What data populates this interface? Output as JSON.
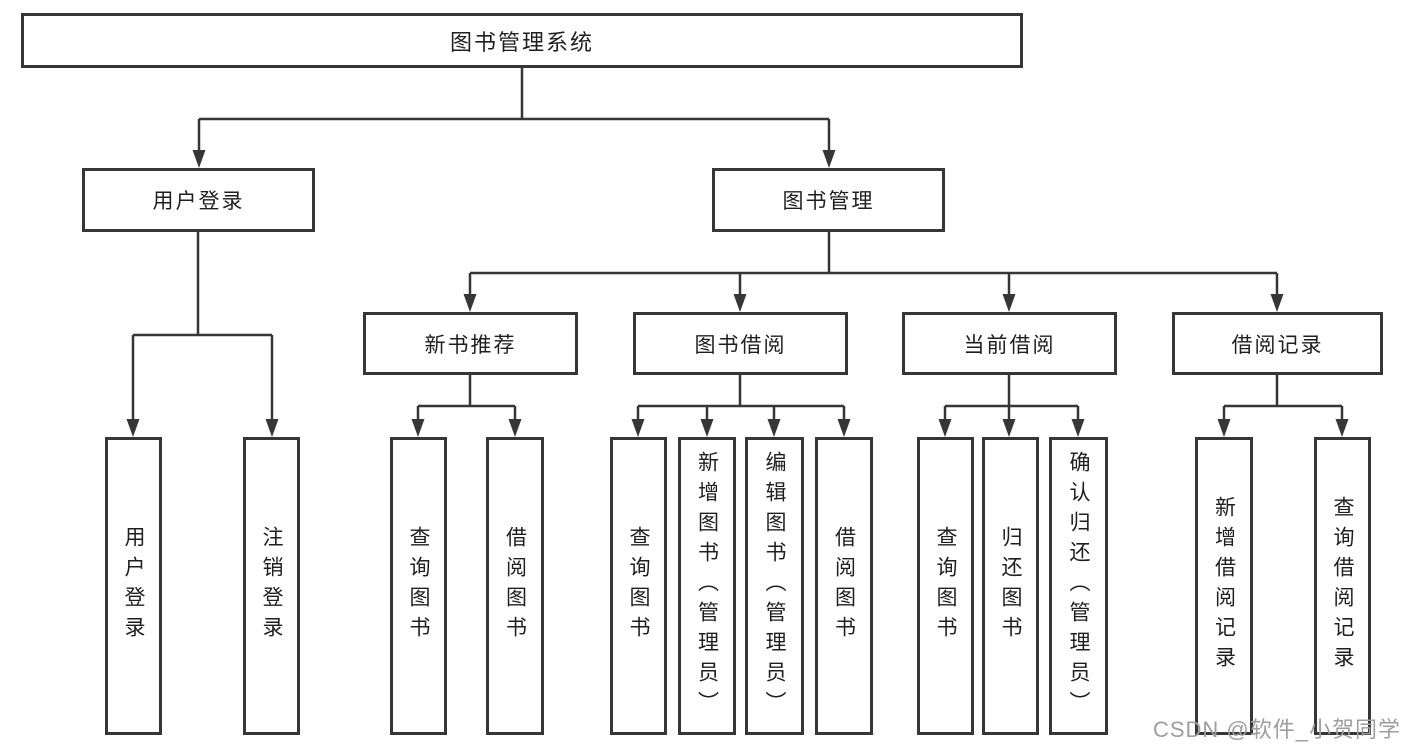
{
  "diagram": {
    "type": "hierarchy-tree",
    "root": {
      "label": "图书管理系统"
    },
    "branches": [
      {
        "label": "用户登录",
        "children": [
          {
            "label": "用户登录"
          },
          {
            "label": "注销登录"
          }
        ]
      },
      {
        "label": "图书管理",
        "children": [
          {
            "label": "新书推荐",
            "children": [
              {
                "label": "查询图书"
              },
              {
                "label": "借阅图书"
              }
            ]
          },
          {
            "label": "图书借阅",
            "children": [
              {
                "label": "查询图书"
              },
              {
                "label": "新增图书（管理员）"
              },
              {
                "label": "编辑图书（管理员）"
              },
              {
                "label": "借阅图书"
              }
            ]
          },
          {
            "label": "当前借阅",
            "children": [
              {
                "label": "查询图书"
              },
              {
                "label": "归还图书"
              },
              {
                "label": "确认归还（管理员）"
              }
            ]
          },
          {
            "label": "借阅记录",
            "children": [
              {
                "label": "新增借阅记录"
              },
              {
                "label": "查询借阅记录"
              }
            ]
          }
        ]
      }
    ]
  },
  "watermark": {
    "text": "CSDN @软件_小贺同学",
    "color": "#9e9e9e"
  },
  "colors": {
    "line": "#363636",
    "box_border": "#363636",
    "text": "#1f1f1f",
    "background": "#ffffff"
  }
}
